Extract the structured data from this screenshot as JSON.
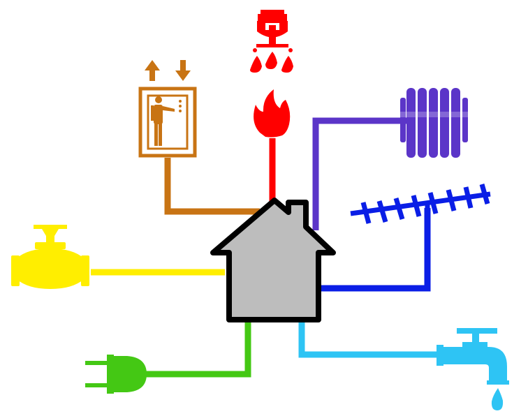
{
  "colors": {
    "house_fill": "#bdbdbd",
    "house_stroke": "#000000",
    "elevator": "#c87414",
    "fire": "#ff0000",
    "heating": "#5b35c8",
    "antenna": "#0a1ee6",
    "water": "#2ec4f4",
    "electricity": "#44c814",
    "gas": "#ffee00"
  },
  "icons": [
    {
      "name": "house-icon",
      "color_key": "house_fill"
    },
    {
      "name": "elevator-icon",
      "color_key": "elevator"
    },
    {
      "name": "fire-sprinkler-icon",
      "color_key": "fire"
    },
    {
      "name": "flame-icon",
      "color_key": "fire"
    },
    {
      "name": "radiator-icon",
      "color_key": "heating"
    },
    {
      "name": "tv-antenna-icon",
      "color_key": "antenna"
    },
    {
      "name": "water-tap-icon",
      "color_key": "water"
    },
    {
      "name": "power-plug-icon",
      "color_key": "electricity"
    },
    {
      "name": "gas-valve-icon",
      "color_key": "gas"
    }
  ],
  "connections": [
    {
      "name": "elevator-line",
      "color_key": "elevator"
    },
    {
      "name": "fire-line",
      "color_key": "fire"
    },
    {
      "name": "heating-line",
      "color_key": "heating"
    },
    {
      "name": "antenna-line",
      "color_key": "antenna"
    },
    {
      "name": "water-line",
      "color_key": "water"
    },
    {
      "name": "electricity-line",
      "color_key": "electricity"
    },
    {
      "name": "gas-line",
      "color_key": "gas"
    }
  ]
}
